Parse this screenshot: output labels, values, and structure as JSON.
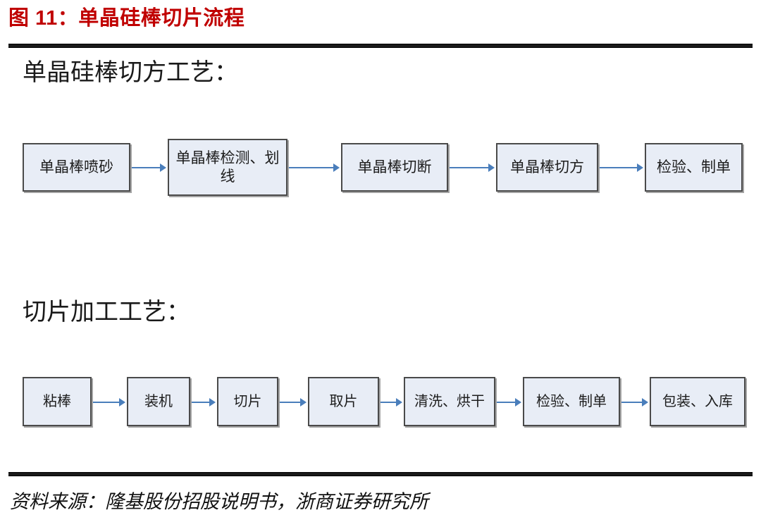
{
  "figure": {
    "title": "图 11：单晶硅棒切片流程",
    "title_color": "#C00000",
    "source": "资料来源：隆基股份招股说明书，浙商证券研究所"
  },
  "theme": {
    "box_fill": "#E8EDF6",
    "box_border": "#4A4A4A",
    "arrow_color": "#4A7EBB",
    "rule_color": "#1A1A1A",
    "text_color": "#1D1D1D"
  },
  "sections": [
    {
      "heading": "单晶硅棒切方工艺：",
      "steps": [
        {
          "label": "单晶棒喷砂"
        },
        {
          "label": "单晶棒检测、划线"
        },
        {
          "label": "单晶棒切断"
        },
        {
          "label": "单晶棒切方"
        },
        {
          "label": "检验、制单"
        }
      ]
    },
    {
      "heading": "切片加工工艺：",
      "steps": [
        {
          "label": "粘棒"
        },
        {
          "label": "装机"
        },
        {
          "label": "切片"
        },
        {
          "label": "取片"
        },
        {
          "label": "清洗、烘干"
        },
        {
          "label": "检验、制单"
        },
        {
          "label": "包装、入库"
        }
      ]
    }
  ],
  "chart_data": {
    "type": "diagram",
    "title": "图 11：单晶硅棒切片流程",
    "diagram_kind": "flowchart",
    "orientation": "left-to-right",
    "flows": [
      {
        "name": "单晶硅棒切方工艺：",
        "nodes": [
          "单晶棒喷砂",
          "单晶棒检测、划线",
          "单晶棒切断",
          "单晶棒切方",
          "检验、制单"
        ],
        "edges": [
          [
            "单晶棒喷砂",
            "单晶棒检测、划线"
          ],
          [
            "单晶棒检测、划线",
            "单晶棒切断"
          ],
          [
            "单晶棒切断",
            "单晶棒切方"
          ],
          [
            "单晶棒切方",
            "检验、制单"
          ]
        ]
      },
      {
        "name": "切片加工工艺：",
        "nodes": [
          "粘棒",
          "装机",
          "切片",
          "取片",
          "清洗、烘干",
          "检验、制单",
          "包装、入库"
        ],
        "edges": [
          [
            "粘棒",
            "装机"
          ],
          [
            "装机",
            "切片"
          ],
          [
            "切片",
            "取片"
          ],
          [
            "取片",
            "清洗、烘干"
          ],
          [
            "清洗、烘干",
            "检验、制单"
          ],
          [
            "检验、制单",
            "包装、入库"
          ]
        ]
      }
    ],
    "source": "资料来源：隆基股份招股说明书，浙商证券研究所"
  }
}
